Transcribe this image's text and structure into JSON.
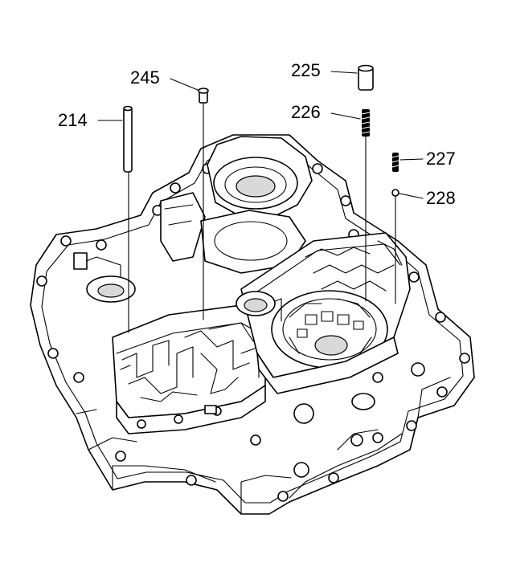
{
  "callouts": [
    {
      "id": "214",
      "label": "214"
    },
    {
      "id": "245",
      "label": "245"
    },
    {
      "id": "225",
      "label": "225"
    },
    {
      "id": "226",
      "label": "226"
    },
    {
      "id": "227",
      "label": "227"
    },
    {
      "id": "228",
      "label": "228"
    }
  ],
  "colors": {
    "ink": "#000000",
    "background": "#ffffff"
  }
}
